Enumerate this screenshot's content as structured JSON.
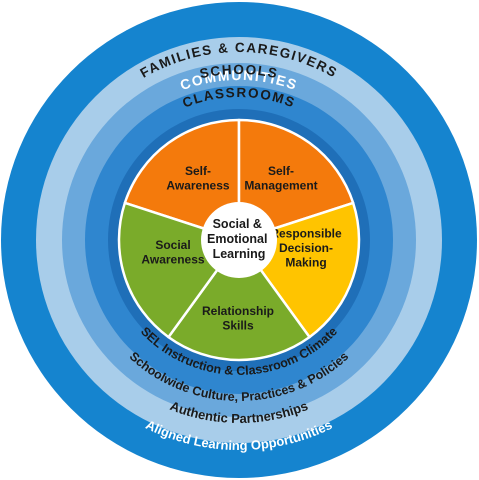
{
  "colors": {
    "communities": "#1584cf",
    "families": "#a8cdea",
    "schools": "#6aa8dc",
    "classrooms": "#2f86cf",
    "inner_band": "#1f6fb8",
    "orange": "#f47a0c",
    "green": "#7aab2a",
    "yellow": "#ffc400",
    "center": "#ffffff",
    "divider": "#ffffff"
  },
  "rings": {
    "communities": {
      "label": "COMMUNITIES",
      "bottom_label": "Aligned Learning Opportunities"
    },
    "families": {
      "label": "FAMILIES & CAREGIVERS",
      "bottom_label": "Authentic Partnerships"
    },
    "schools": {
      "label": "SCHOOLS",
      "bottom_label": "Schoolwide Culture, Practices & Policies"
    },
    "classrooms": {
      "label": "CLASSROOMS",
      "bottom_label": "SEL Instruction & Classroom Climate"
    }
  },
  "center": {
    "lines": [
      "Social &",
      "Emotional",
      "Learning"
    ]
  },
  "competencies": [
    {
      "id": "self-awareness",
      "lines": [
        "Self-",
        "Awareness"
      ],
      "color": "orange"
    },
    {
      "id": "self-management",
      "lines": [
        "Self-",
        "Management"
      ],
      "color": "orange"
    },
    {
      "id": "responsible-decision-making",
      "lines": [
        "Responsible",
        "Decision-",
        "Making"
      ],
      "color": "yellow"
    },
    {
      "id": "relationship-skills",
      "lines": [
        "Relationship",
        "Skills"
      ],
      "color": "green"
    },
    {
      "id": "social-awareness",
      "lines": [
        "Social",
        "Awareness"
      ],
      "color": "green"
    }
  ]
}
